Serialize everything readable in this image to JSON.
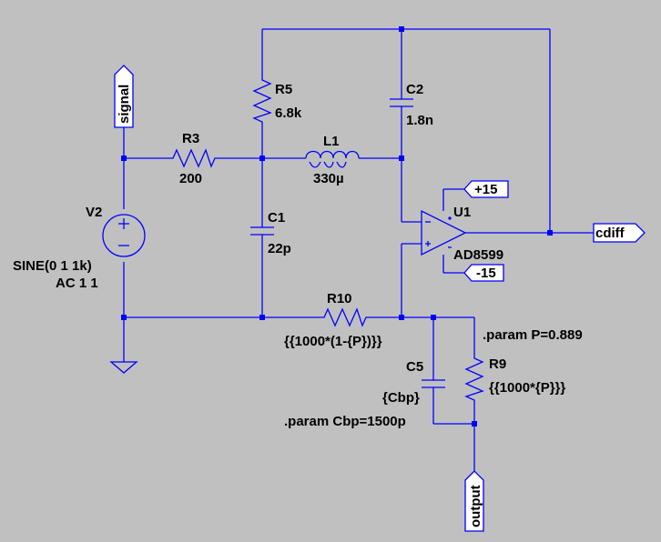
{
  "colors": {
    "background": "#c0c0c0",
    "wire": "#0000ff",
    "text": "#000000",
    "flag_fill": "#ffffff"
  },
  "flags": {
    "signal": "signal",
    "cdiff": "cdiff",
    "output": "output",
    "vpos": "+15",
    "vneg": "-15"
  },
  "components": {
    "r3": {
      "name": "R3",
      "value": "200"
    },
    "r5": {
      "name": "R5",
      "value": "6.8k"
    },
    "l1": {
      "name": "L1",
      "value": "330µ"
    },
    "c1": {
      "name": "C1",
      "value": "22p"
    },
    "c2": {
      "name": "C2",
      "value": "1.8n"
    },
    "u1": {
      "name": "U1",
      "value": "AD8599"
    },
    "v2": {
      "name": "V2",
      "value1": "SINE(0 1 1k)",
      "value2": "AC 1 1"
    },
    "r10": {
      "name": "R10",
      "value": "{{1000*(1-{P})}}"
    },
    "c5": {
      "name": "C5",
      "value": "{Cbp}"
    },
    "r9": {
      "name": "R9",
      "value": "{{1000*{P}}}"
    }
  },
  "directives": {
    "param_p": ".param P=0.889",
    "param_cbp": ".param Cbp=1500p"
  }
}
